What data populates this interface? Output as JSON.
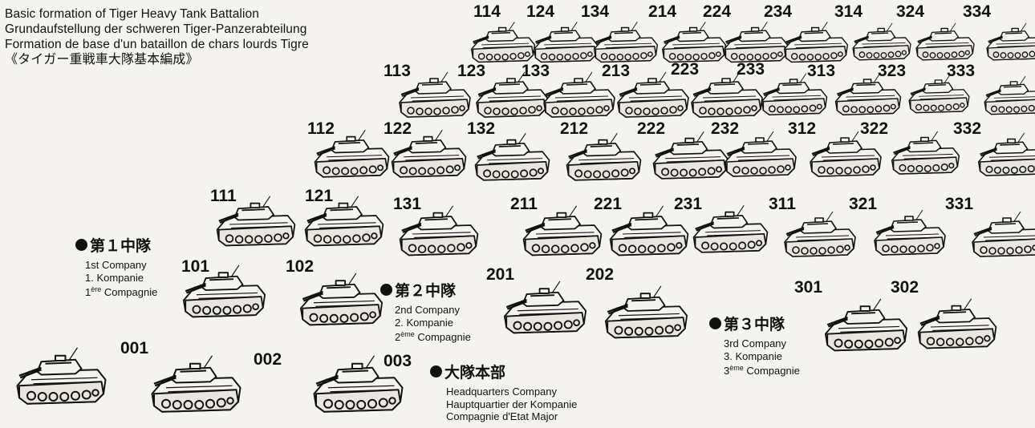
{
  "title": {
    "en": "Basic formation of Tiger Heavy Tank Battalion",
    "de": "Grundaufstellung der schweren Tiger-Panzerabteilung",
    "fr": "Formation de base d'un bataillon de chars lourds Tigre",
    "ja": "《タイガー重戦車大隊基本編成》"
  },
  "legends": {
    "company1": {
      "ja": "第１中隊",
      "en": "1st Company",
      "de": "1. Kompanie",
      "fr_num": "1",
      "fr_sup": "ère",
      "fr_word": " Compagnie"
    },
    "company2": {
      "ja": "第２中隊",
      "en": "2nd Company",
      "de": "2. Kompanie",
      "fr_num": "2",
      "fr_sup": "ème",
      "fr_word": " Compagnie"
    },
    "company3": {
      "ja": "第３中隊",
      "en": "3rd Company",
      "de": "3. Kompanie",
      "fr_num": "3",
      "fr_sup": "ème",
      "fr_word": " Compagnie"
    },
    "hq": {
      "ja": "大隊本部",
      "en": "Headquarters Company",
      "de": "Hauptquartier der Kompanie",
      "fr": "Compagnie d'Etat Major"
    }
  },
  "tanks": [
    "114",
    "124",
    "134",
    "214",
    "224",
    "234",
    "314",
    "324",
    "334",
    "113",
    "123",
    "133",
    "213",
    "223",
    "233",
    "313",
    "323",
    "333",
    "112",
    "122",
    "132",
    "212",
    "222",
    "232",
    "312",
    "322",
    "332",
    "111",
    "121",
    "131",
    "211",
    "221",
    "231",
    "311",
    "321",
    "331",
    "101",
    "102",
    "201",
    "202",
    "301",
    "302",
    "001",
    "002",
    "003"
  ],
  "colors": {
    "ink": "#111111",
    "paper": "#f4f3ef"
  }
}
